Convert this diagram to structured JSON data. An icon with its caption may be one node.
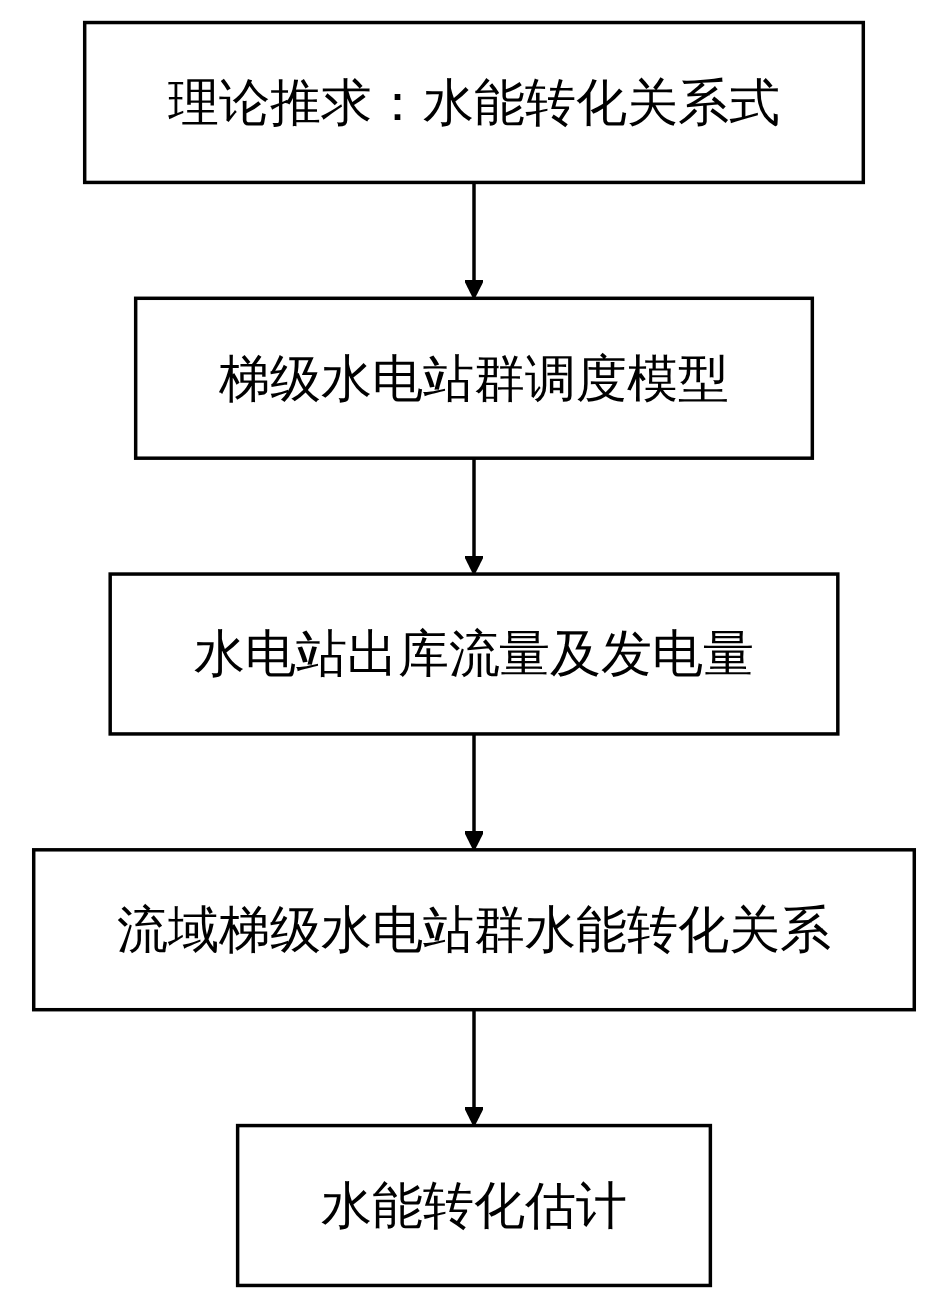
{
  "diagram": {
    "nodes": [
      {
        "text": [
          "理论推求：水能转化关系式"
        ]
      },
      {
        "text": [
          "梯级水电站群调度模型"
        ]
      },
      {
        "text": [
          "水电站出库流量及发电量"
        ]
      },
      {
        "text": [
          "流域梯级水电站群水能转化关系"
        ]
      },
      {
        "text": [
          "水能转化估计"
        ]
      }
    ],
    "edges": [
      {
        "from": 0,
        "to": 1,
        "arrow": "to"
      },
      {
        "from": 1,
        "to": 2,
        "arrow": "to"
      },
      {
        "from": 2,
        "to": 3,
        "arrow": "to"
      },
      {
        "from": 3,
        "to": 4,
        "arrow": "to"
      }
    ]
  }
}
